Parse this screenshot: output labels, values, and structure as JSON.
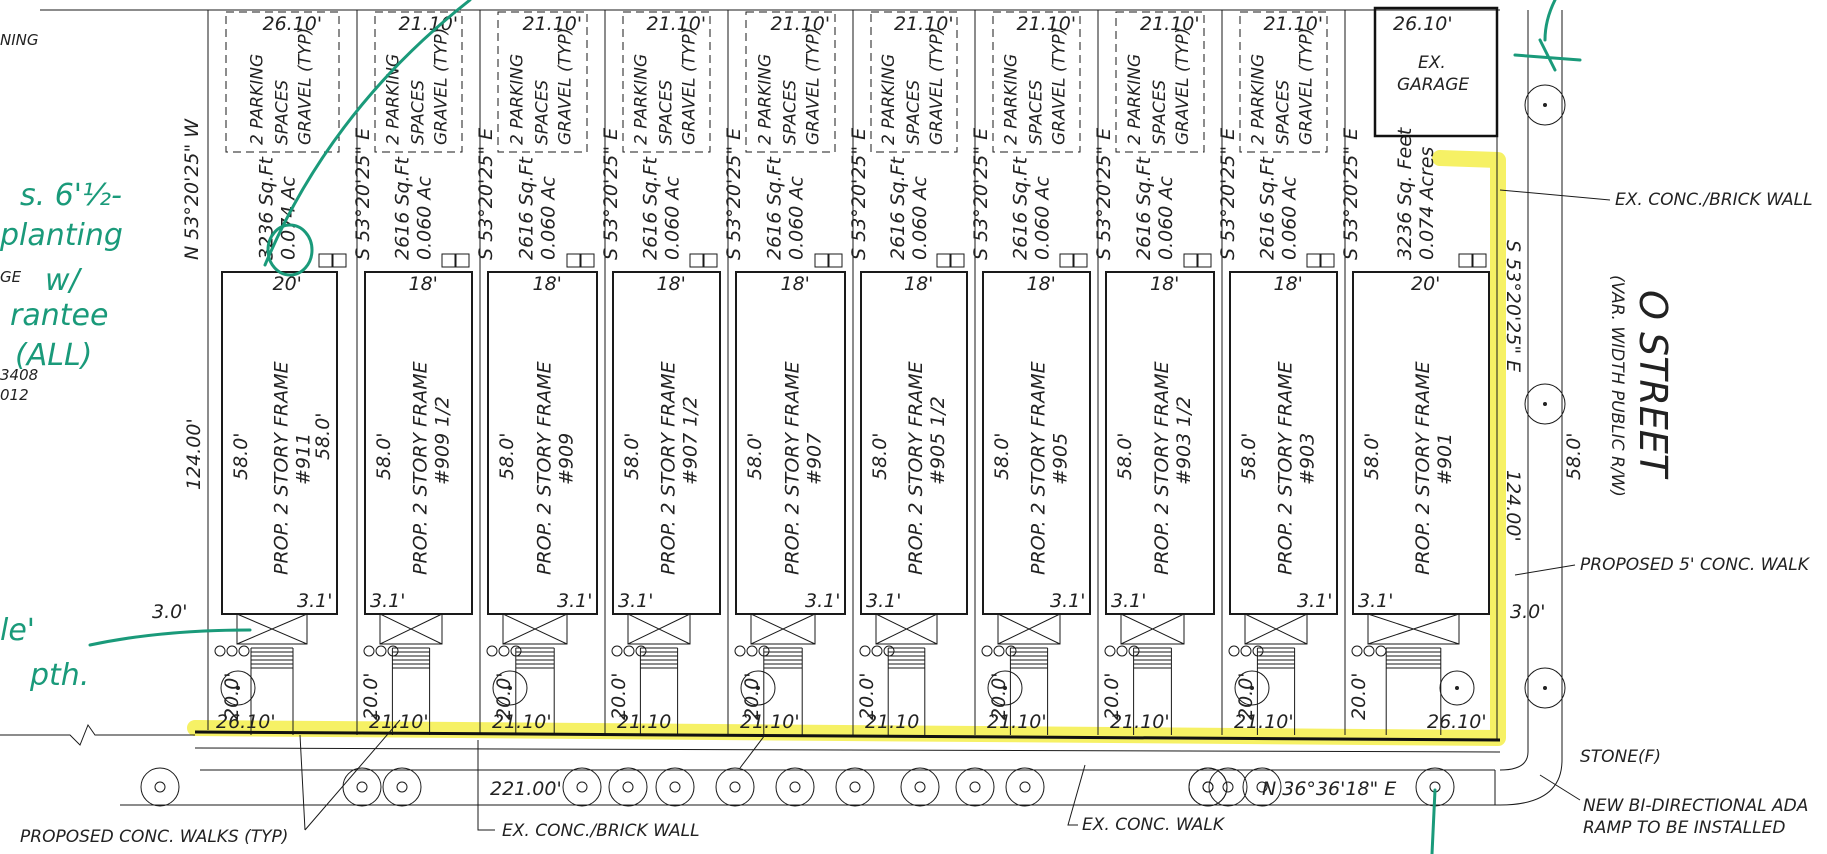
{
  "colors": {
    "ink": "#1a1a1a",
    "highlight": "#f4ee4a",
    "handwriting": "#1a9a7a"
  },
  "left_notes": [
    "NING",
    "GE",
    "3408",
    "012"
  ],
  "handwriting": [
    "s. 6'½-",
    "planting",
    "w/",
    "rantee",
    "(ALL)",
    "le'",
    "pth."
  ],
  "lots": [
    {
      "parking": "26.10'",
      "parking_label": "2 PARKING SPACES GRAVEL (TYP)",
      "bearing": "N 53°20'25\" W",
      "area": "3236 Sq.Ft",
      "acres": "0.074 Ac",
      "width": "20'",
      "depth": "58.0'",
      "depth2": "58.0'",
      "frame": "PROP. 2 STORY FRAME",
      "house": "#911",
      "porch": "3.1'",
      "yard": "20.0'",
      "front": "26.10'"
    },
    {
      "parking": "21.10'",
      "parking_label": "2 PARKING SPACES GRAVEL (TYP)",
      "bearing": "S 53°20'25\" E",
      "area": "2616 Sq.Ft",
      "acres": "0.060 Ac",
      "width": "18'",
      "depth": "58.0'",
      "depth2": "",
      "frame": "PROP. 2 STORY FRAME",
      "house": "#909 1/2",
      "porch": "3.1'",
      "yard": "20.0'",
      "front": "21.10'"
    },
    {
      "parking": "21.10'",
      "parking_label": "2 PARKING SPACES GRAVEL (TYP)",
      "bearing": "S 53°20'25\" E",
      "area": "2616 Sq.Ft",
      "acres": "0.060 Ac",
      "width": "18'",
      "depth": "58.0'",
      "depth2": "",
      "frame": "PROP. 2 STORY FRAME",
      "house": "#909",
      "porch": "3.1'",
      "yard": "20.0'",
      "front": "21.10'"
    },
    {
      "parking": "21.10'",
      "parking_label": "2 PARKING SPACES GRAVEL (TYP)",
      "bearing": "S 53°20'25\" E",
      "area": "2616 Sq.Ft",
      "acres": "0.060 Ac",
      "width": "18'",
      "depth": "58.0'",
      "depth2": "",
      "frame": "PROP. 2 STORY FRAME",
      "house": "#907 1/2",
      "porch": "3.1'",
      "yard": "20.0'",
      "front": "21.10"
    },
    {
      "parking": "21.10'",
      "parking_label": "2 PARKING SPACES GRAVEL (TYP)",
      "bearing": "S 53°20'25\" E",
      "area": "2616 Sq.Ft",
      "acres": "0.060 Ac",
      "width": "18'",
      "depth": "58.0'",
      "depth2": "",
      "frame": "PROP. 2 STORY FRAME",
      "house": "#907",
      "porch": "3.1'",
      "yard": "20.0'",
      "front": "21.10'"
    },
    {
      "parking": "21.10'",
      "parking_label": "2 PARKING SPACES GRAVEL (TYP)",
      "bearing": "S 53°20'25\" E",
      "area": "2616 Sq.Ft",
      "acres": "0.060 Ac",
      "width": "18'",
      "depth": "58.0'",
      "depth2": "",
      "frame": "PROP. 2 STORY FRAME",
      "house": "#905 1/2",
      "porch": "3.1'",
      "yard": "20.0'",
      "front": "21.10"
    },
    {
      "parking": "21.10'",
      "parking_label": "2 PARKING SPACES GRAVEL (TYP)",
      "bearing": "S 53°20'25\" E",
      "area": "2616 Sq.Ft",
      "acres": "0.060 Ac",
      "width": "18'",
      "depth": "58.0'",
      "depth2": "",
      "frame": "PROP. 2 STORY FRAME",
      "house": "#905",
      "porch": "3.1'",
      "yard": "20.0'",
      "front": "21.10'"
    },
    {
      "parking": "21.10'",
      "parking_label": "2 PARKING SPACES GRAVEL (TYP)",
      "bearing": "S 53°20'25\" E",
      "area": "2616 Sq.Ft",
      "acres": "0.060 Ac",
      "width": "18'",
      "depth": "58.0'",
      "depth2": "",
      "frame": "PROP. 2 STORY FRAME",
      "house": "#903 1/2",
      "porch": "3.1'",
      "yard": "20.0'",
      "front": "21.10'"
    },
    {
      "parking": "21.10'",
      "parking_label": "2 PARKING SPACES GRAVEL (TYP)",
      "bearing": "S 53°20'25\" E",
      "area": "2616 Sq.Ft",
      "acres": "0.060 Ac",
      "width": "18'",
      "depth": "58.0'",
      "depth2": "",
      "frame": "PROP. 2 STORY FRAME",
      "house": "#903",
      "porch": "3.1'",
      "yard": "20.0'",
      "front": "21.10'"
    },
    {
      "parking": "26.10'",
      "parking_label": "EX. GARAGE",
      "bearing": "S 53°20'25\" E",
      "area": "3236 Sq. Feet",
      "acres": "0.074 Acres",
      "width": "20'",
      "depth": "58.0'",
      "depth2": "",
      "frame": "PROP. 2 STORY FRAME",
      "house": "#901",
      "porch": "3.1'",
      "yard": "20.0'",
      "front": "26.10'"
    }
  ],
  "dims": {
    "lot_depth": "124.00'",
    "setback": "3.0'",
    "total": "221.00'",
    "bearing_front": "N 36°36'18\" E",
    "right_depth": "124.00'",
    "right_depth2": "58.0'",
    "right_bearing": "S 53°20'25\" E"
  },
  "street": {
    "name": "O STREET",
    "sub": "(VAR. WIDTH PUBLIC R/W)"
  },
  "callouts": {
    "wall_right": "EX. CONC./BRICK WALL",
    "walk_right": "PROPOSED 5' CONC. WALK",
    "stone": "STONE(F)",
    "ada1": "NEW BI-DIRECTIONAL ADA",
    "ada2": "RAMP TO BE INSTALLED",
    "walks": "PROPOSED CONC. WALKS (TYP)",
    "wall_bottom": "EX. CONC./BRICK WALL",
    "walk_bottom": "EX. CONC. WALK",
    "garage": "EX. GARAGE",
    "garage_w": "26.10'"
  }
}
